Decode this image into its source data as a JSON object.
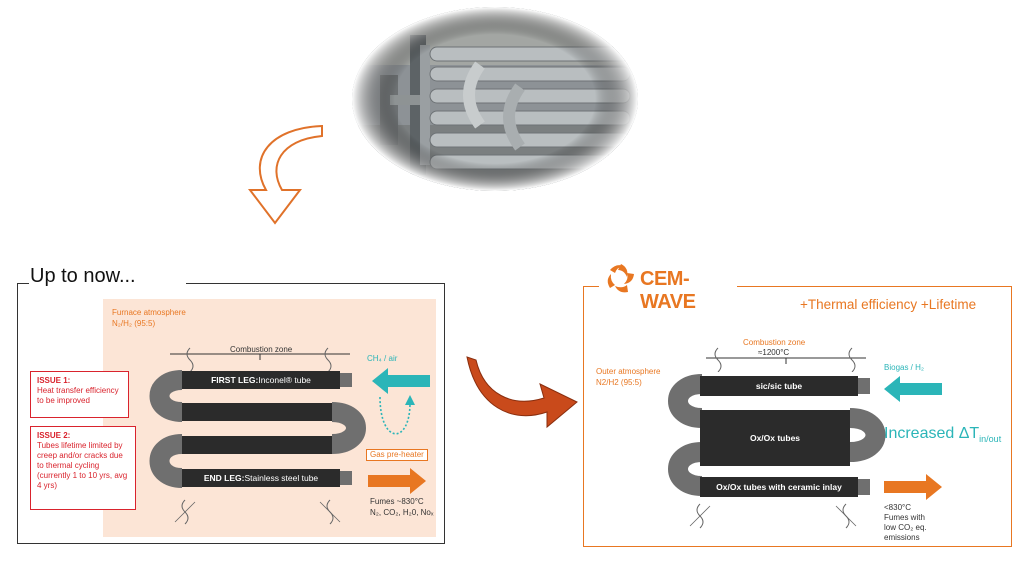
{
  "left": {
    "title": "Up to now...",
    "atmosphere_label": "Furnace atmosphere",
    "atmosphere_value": "N₂/H₂ (95:5)",
    "combustion_zone": "Combustion zone",
    "first_leg_bold": "FIRST LEG:",
    "first_leg_text": " Inconel® tube",
    "end_leg_bold": "END LEG:",
    "end_leg_text": " Stainless steel tube",
    "inlet_label": "CH₄ / air",
    "preheater_label": "Gas pre-heater",
    "fumes_line1": "Fumes ~830°C",
    "fumes_line2": "N₂, CO₂, H₂0, Noₓ",
    "issue1_title": "ISSUE 1:",
    "issue1_text": "Heat transfer efficiency to be improved",
    "issue2_title": "ISSUE 2:",
    "issue2_text": "Tubes lifetime limited by creep and/or cracks due to thermal cycling (currently 1 to 10 yrs, avg 4 yrs)"
  },
  "right": {
    "logo": "CEM-WAVE",
    "headline": "+Thermal efficiency +Lifetime",
    "atmosphere_label": "Outer atmosphere",
    "atmosphere_value": "N2/H2 (95:5)",
    "combustion_zone": "Combustion zone",
    "combustion_temp": "≈1200°C",
    "tube1": "sic/sic tube",
    "tube2": "Ox/Ox tubes",
    "tube3": "Ox/Ox tubes with ceramic inlay",
    "inlet_label": "Biogas / H₂",
    "increased_label": "Increased ΔT",
    "increased_sub": "in/out",
    "fumes_line1": "<830°C",
    "fumes_line2": "Fumes with",
    "fumes_line3": "low CO₂ eq.",
    "fumes_line4": "emissions"
  },
  "colors": {
    "orange": "#e87722",
    "teal": "#2bb5b8",
    "red": "#d9232d",
    "tube": "#2b2b2b",
    "bend": "#6f6f6f",
    "panel_bg": "#fce5d6"
  }
}
